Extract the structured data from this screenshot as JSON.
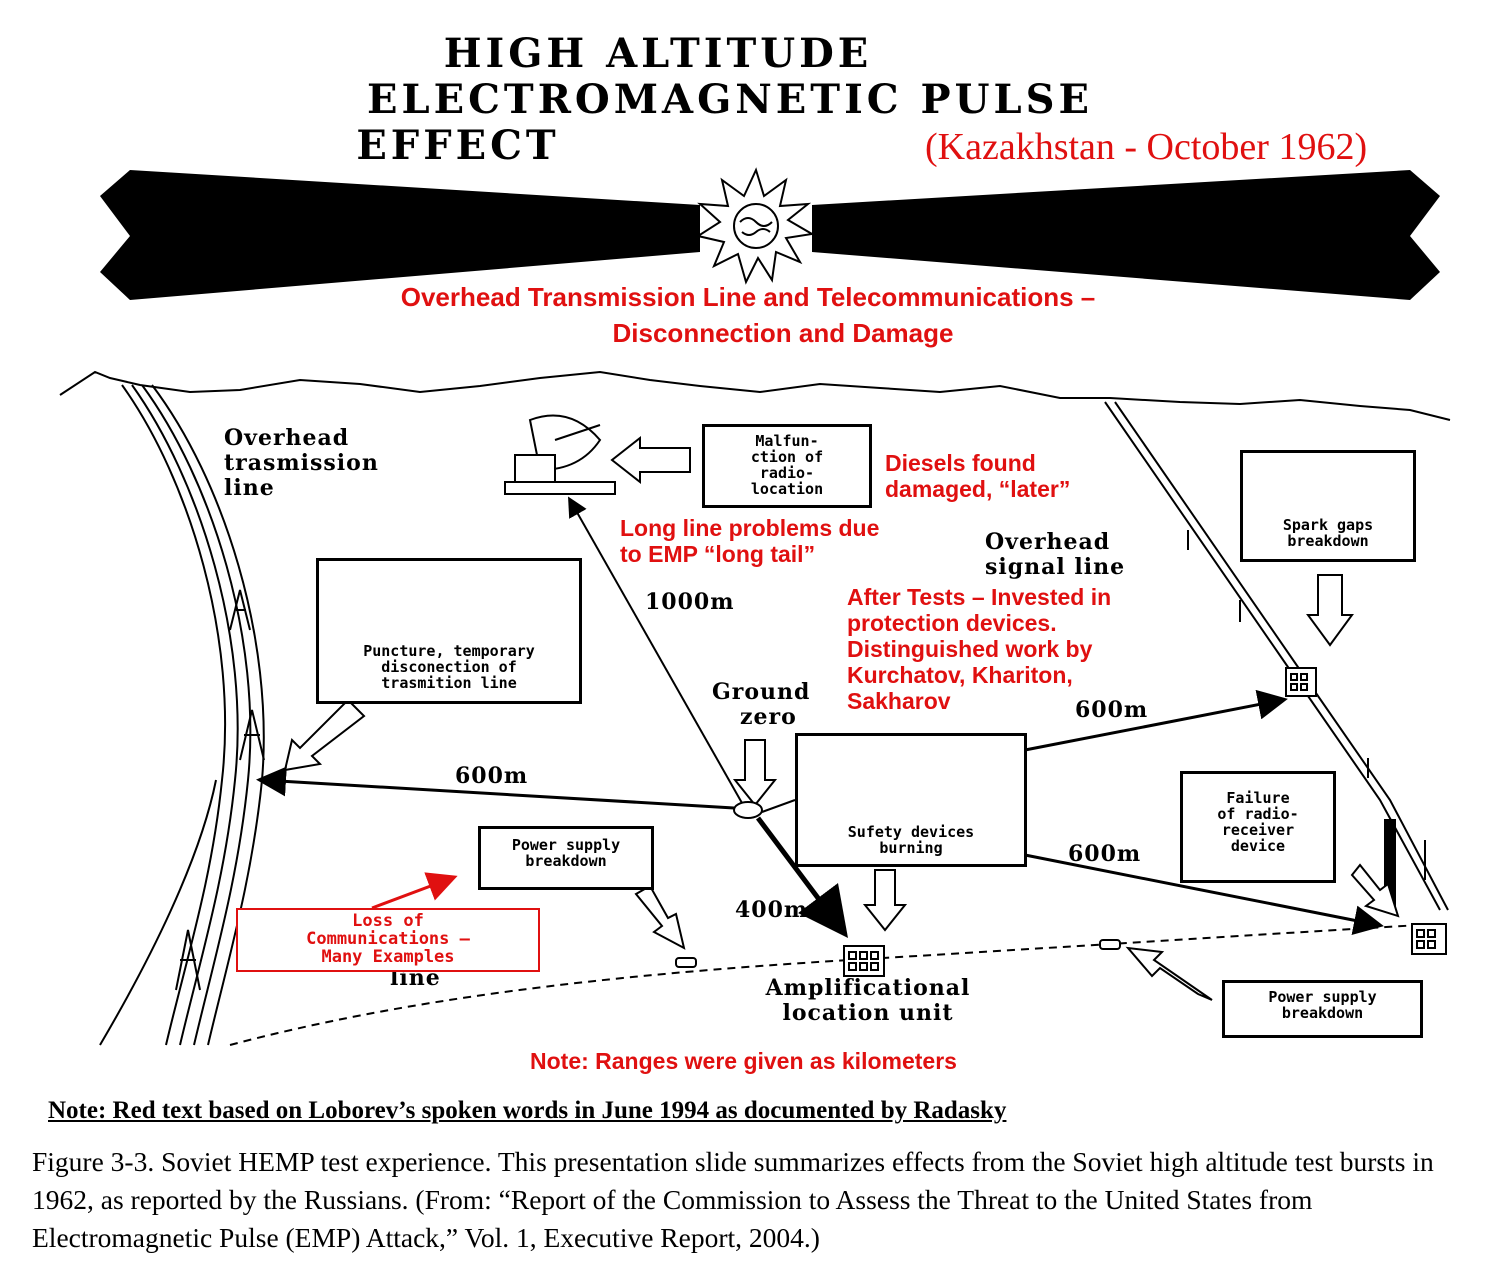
{
  "title": {
    "line1": "HIGH ALTITUDE",
    "line2": "ELECTROMAGNETIC PULSE",
    "line3": "EFFECT",
    "subtitle": "(Kazakhstan - October 1962)"
  },
  "red_heading": {
    "line1": "Overhead Transmission Line and Telecommunications –",
    "line2": "Disconnection and Damage"
  },
  "labels": {
    "overhead_transmission": [
      "Overhead",
      "trasmission",
      "line"
    ],
    "overhead_signal": [
      "Overhead",
      "signal line"
    ],
    "ground_zero": [
      "Ground",
      "zero"
    ],
    "amplificational": [
      "Amplificational",
      "location unit"
    ],
    "line_word": "line",
    "dist_1000": "1000m",
    "dist_600_left": "600m",
    "dist_600_upper_right": "600m",
    "dist_600_lower_right": "600m",
    "dist_400": "400m"
  },
  "boxes": {
    "malfunction": [
      "Malfun-",
      "ction of",
      "radio-",
      "location"
    ],
    "spark_gaps": [
      "Spark gaps",
      "breakdown"
    ],
    "puncture": [
      "Puncture, temporary",
      "disconection of",
      "trasmition line"
    ],
    "safety": [
      "Sufety devices",
      "burning"
    ],
    "power_supply_left": [
      "Power supply",
      "breakdown"
    ],
    "failure_radio": [
      "Failure",
      "of radio-",
      "receiver",
      "device"
    ],
    "power_supply_right": [
      "Power supply",
      "breakdown"
    ],
    "loss_comm": [
      "Loss of",
      "Communications –",
      "Many Examples"
    ]
  },
  "red_notes": {
    "diesels": [
      "Diesels found",
      "damaged, “later”"
    ],
    "long_line": [
      "Long line problems due",
      "to EMP “long tail”"
    ],
    "after_tests": [
      "After Tests – Invested in",
      "protection devices.",
      "Distinguished work by",
      "Kurchatov, Khariton,",
      "Sakharov"
    ],
    "ranges": "Note:  Ranges were given as kilometers"
  },
  "underlined_note": "Note:  Red text based on Loborev’s spoken words in June 1994 as documented by Radasky",
  "caption": "Figure 3-3. Soviet HEMP test experience.  This presentation slide summarizes effects from the Soviet high altitude test bursts in 1962, as reported by the Russians.  (From: “Report of the Commission to Assess the Threat to the United States from Electromagnetic Pulse (EMP) Attack,” Vol. 1, Executive Report, 2004.)",
  "colors": {
    "red": "#e01010",
    "black": "#000000"
  }
}
